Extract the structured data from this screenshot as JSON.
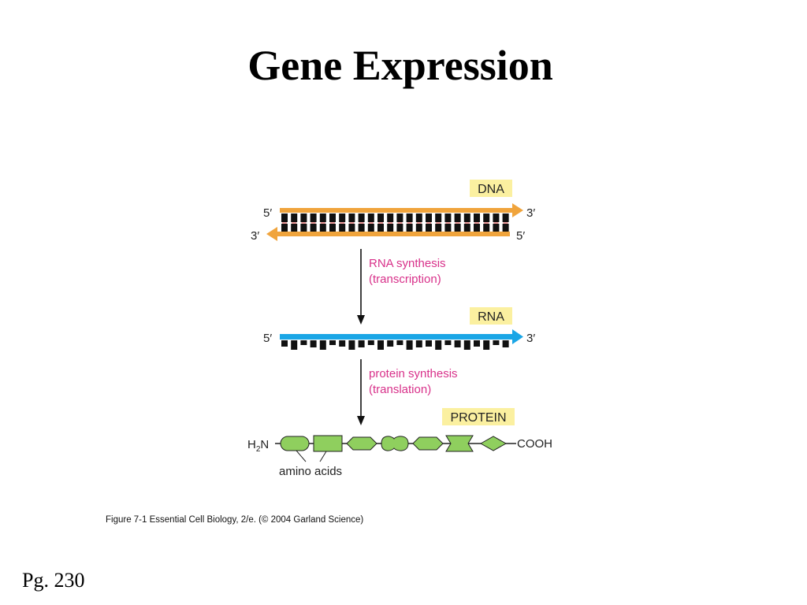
{
  "slide": {
    "title": "Gene Expression",
    "page_number": "Pg. 230",
    "figure_caption": "Figure 7-1  Essential Cell Biology, 2/e. (© 2004 Garland Science)"
  },
  "diagram": {
    "dna": {
      "label": "DNA",
      "top_strand_start": "5′",
      "top_strand_end": "3′",
      "bottom_strand_start": "3′",
      "bottom_strand_end": "5′"
    },
    "step1": {
      "line1": "RNA synthesis",
      "line2": "(transcription)"
    },
    "rna": {
      "label": "RNA",
      "strand_start": "5′",
      "strand_end": "3′"
    },
    "step2": {
      "line1": "protein synthesis",
      "line2": "(translation)"
    },
    "protein": {
      "label": "PROTEIN",
      "n_terminus_h": "H",
      "n_terminus_sub": "2",
      "n_terminus_n": "N",
      "c_terminus": "COOH",
      "amino_acids_label": "amino acids"
    }
  },
  "colors": {
    "dna_strand": "#f0a43c",
    "rna_strand": "#1aa6e6",
    "amino_acid_fill": "#8fcf5e",
    "label_box": "#fbf0a0",
    "process_text": "#d8318a"
  }
}
